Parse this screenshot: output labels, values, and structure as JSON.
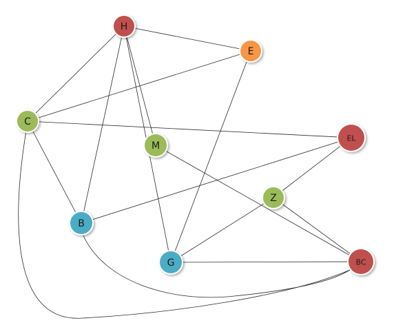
{
  "graph": {
    "colors": {
      "red": "#c0504d",
      "orange": "#f79646",
      "green": "#9bbb59",
      "blue": "#4bacc6"
    },
    "nodes": [
      {
        "id": "H",
        "label": "H",
        "color": "#c0504d"
      },
      {
        "id": "E",
        "label": "E",
        "color": "#f79646"
      },
      {
        "id": "C",
        "label": "C",
        "color": "#9bbb59"
      },
      {
        "id": "M",
        "label": "M",
        "color": "#9bbb59"
      },
      {
        "id": "EL",
        "label": "EL",
        "color": "#c0504d"
      },
      {
        "id": "Z",
        "label": "Z",
        "color": "#9bbb59"
      },
      {
        "id": "B",
        "label": "B",
        "color": "#4bacc6"
      },
      {
        "id": "G",
        "label": "G",
        "color": "#4bacc6"
      },
      {
        "id": "BC",
        "label": "BC",
        "color": "#c0504d"
      }
    ],
    "edges": [
      [
        "H",
        "E"
      ],
      [
        "H",
        "C"
      ],
      [
        "H",
        "B"
      ],
      [
        "H",
        "M"
      ],
      [
        "H",
        "G"
      ],
      [
        "E",
        "C"
      ],
      [
        "E",
        "G"
      ],
      [
        "C",
        "EL"
      ],
      [
        "C",
        "B"
      ],
      [
        "C",
        "BC"
      ],
      [
        "M",
        "BC"
      ],
      [
        "EL",
        "B"
      ],
      [
        "EL",
        "Z"
      ],
      [
        "Z",
        "G"
      ],
      [
        "Z",
        "BC"
      ],
      [
        "B",
        "BC"
      ],
      [
        "G",
        "BC"
      ]
    ]
  }
}
